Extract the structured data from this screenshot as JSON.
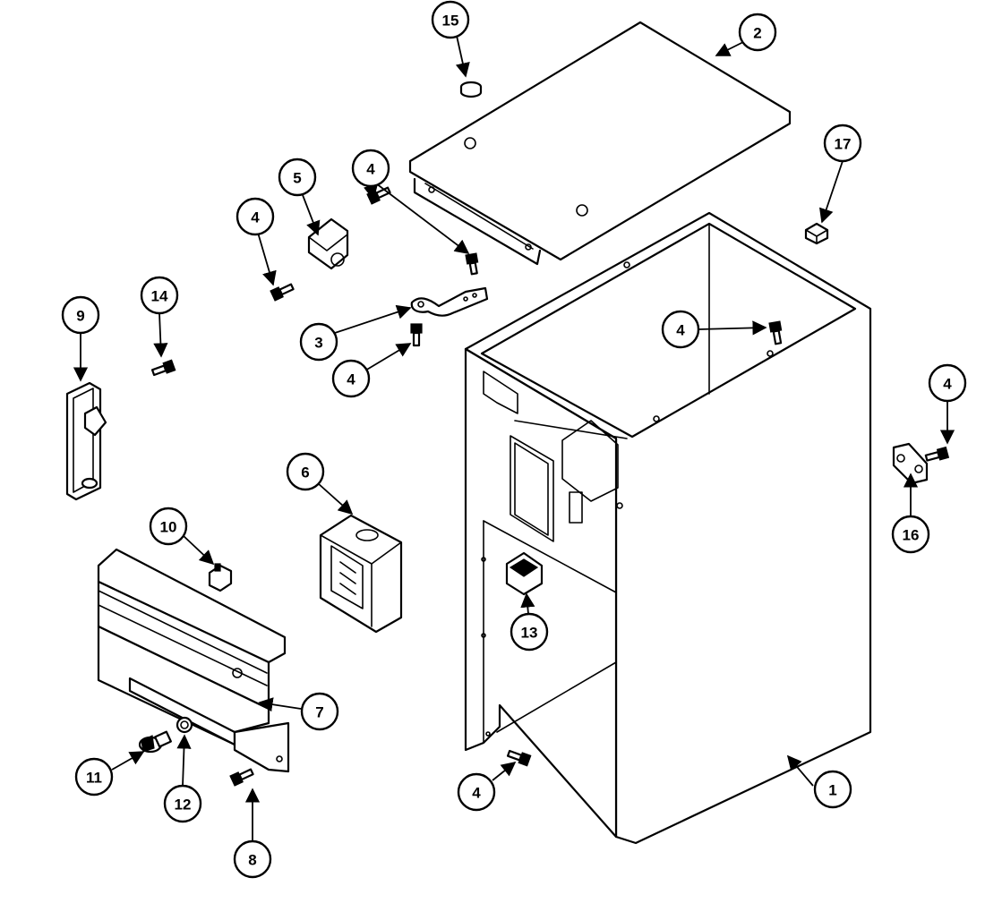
{
  "callouts": [
    {
      "id": "c1",
      "label": "1"
    },
    {
      "id": "c2",
      "label": "2"
    },
    {
      "id": "c3",
      "label": "3"
    },
    {
      "id": "c4a",
      "label": "4"
    },
    {
      "id": "c4b",
      "label": "4"
    },
    {
      "id": "c4c",
      "label": "4"
    },
    {
      "id": "c4d",
      "label": "4"
    },
    {
      "id": "c4e",
      "label": "4"
    },
    {
      "id": "c4f",
      "label": "4"
    },
    {
      "id": "c5",
      "label": "5"
    },
    {
      "id": "c6",
      "label": "6"
    },
    {
      "id": "c7",
      "label": "7"
    },
    {
      "id": "c8",
      "label": "8"
    },
    {
      "id": "c9",
      "label": "9"
    },
    {
      "id": "c10",
      "label": "10"
    },
    {
      "id": "c11",
      "label": "11"
    },
    {
      "id": "c12",
      "label": "12"
    },
    {
      "id": "c13",
      "label": "13"
    },
    {
      "id": "c14",
      "label": "14"
    },
    {
      "id": "c15",
      "label": "15"
    },
    {
      "id": "c16",
      "label": "16"
    },
    {
      "id": "c17",
      "label": "17"
    }
  ]
}
